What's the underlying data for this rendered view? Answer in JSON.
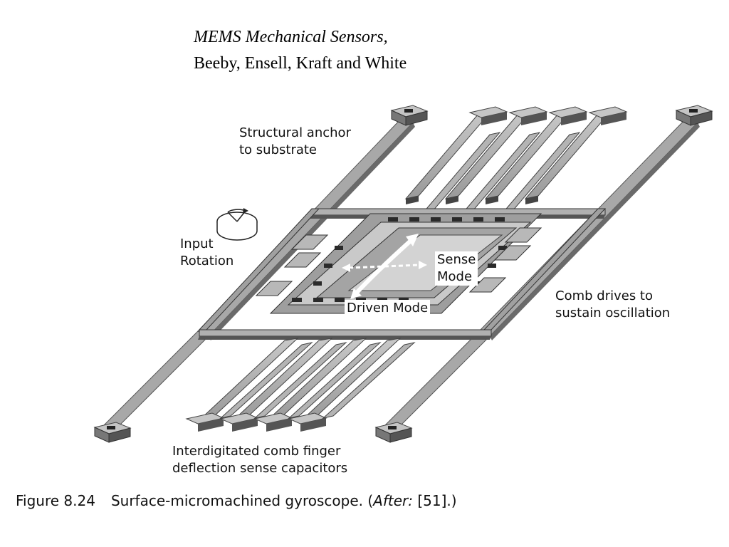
{
  "header": {
    "book_title": "MEMS Mechanical Sensors,",
    "authors": "Beeby, Ensell, Kraft and White"
  },
  "labels": {
    "anchor": "Structural anchor\nto substrate",
    "input_rotation": "Input\nRotation",
    "sense_mode": "Sense\nMode",
    "driven_mode": "Driven Mode",
    "comb_drives": "Comb drives to\nsustain oscillation",
    "interdigitated": "Interdigitated comb finger\ndeflection sense capacitors"
  },
  "caption": {
    "figure_number": "Figure 8.24",
    "text": "Surface-micromachined gyroscope. (",
    "after": "After:",
    "ref": " [51].)"
  }
}
